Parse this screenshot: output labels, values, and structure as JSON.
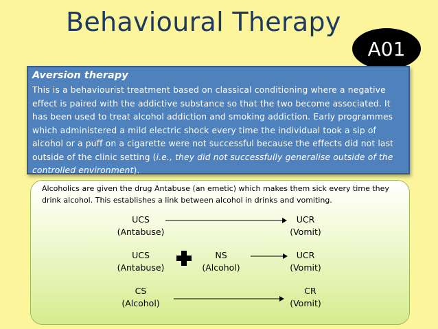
{
  "slide": {
    "title": "Behavioural Therapy",
    "badge": "A01"
  },
  "aversion": {
    "heading": "Aversion therapy",
    "para_main": "This is a behaviourist treatment based on classical conditioning where a negative effect is paired with the addictive substance so that the two become associated. It has been used to treat alcohol addiction and smoking addiction. Early programmes which administered a mild electric shock every time the individual took a sip of alcohol or a puff on a cigarette were not successful because the effects did not last outside of the clinic setting (",
    "para_italic": "i.e., they did not successfully generalise outside of the controlled environment",
    "para_end": ")."
  },
  "antabuse": {
    "intro": "Alcoholics are given the drug Antabuse (an emetic) which makes them sick every time they drink alcohol. This establishes a link between alcohol in drinks and vomiting.",
    "row1": {
      "left_top": "UCS",
      "left_bottom": "(Antabuse)",
      "right_top": "UCR",
      "right_bottom": "(Vomit)"
    },
    "row2": {
      "left_top": "UCS",
      "left_bottom": "(Antabuse)",
      "mid_top": "NS",
      "mid_bottom": "(Alcohol)",
      "right_top": "UCR",
      "right_bottom": "(Vomit)"
    },
    "row3": {
      "left_top": "CS",
      "left_bottom": "(Alcohol)",
      "right_top": "CR",
      "right_bottom": "(Vomit)"
    }
  },
  "colors": {
    "background": "#fcf59b",
    "title": "#1f3a5f",
    "blue_box": "#4f81bd",
    "green_box_bottom": "#d6ec8e",
    "plus": "#000000"
  },
  "icons": {
    "combine": "plus-icon",
    "arrows": "right-arrow-icon"
  }
}
